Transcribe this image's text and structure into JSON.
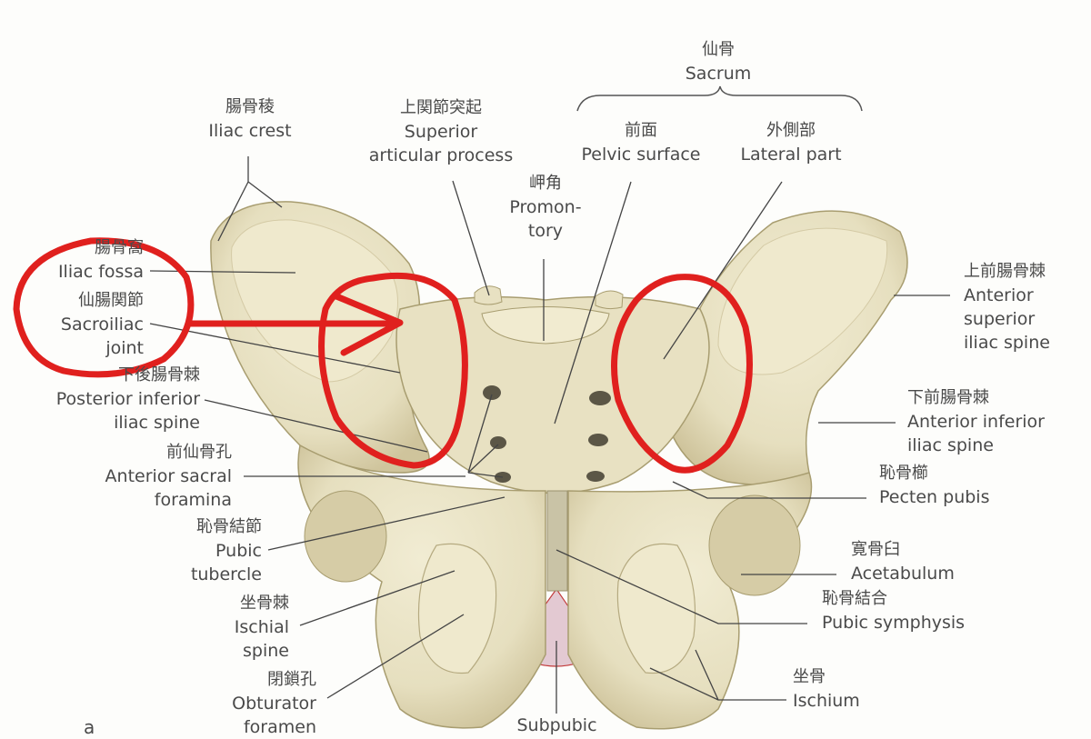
{
  "labels": {
    "sacrum": {
      "jp": "仙骨",
      "en": "Sacrum"
    },
    "pelvic_surface": {
      "jp": "前面",
      "en": "Pelvic surface"
    },
    "lateral_part": {
      "jp": "外側部",
      "en": "Lateral part"
    },
    "iliac_crest": {
      "jp": "腸骨稜",
      "en": "Iliac crest"
    },
    "superior_articular_process": {
      "jp": "上関節突起",
      "en1": "Superior",
      "en2": "articular process"
    },
    "promontory": {
      "jp": "岬角",
      "en1": "Promon-",
      "en2": "tory"
    },
    "iliac_fossa": {
      "jp": "腸骨窩",
      "en": "Iliac fossa"
    },
    "sacroiliac_joint": {
      "jp": "仙腸関節",
      "en1": "Sacroiliac",
      "en2": "joint"
    },
    "posterior_inferior_iliac_spine": {
      "jp": "下後腸骨棘",
      "en1": "Posterior inferior",
      "en2": "iliac spine"
    },
    "anterior_sacral_foramina": {
      "jp": "前仙骨孔",
      "en1": "Anterior sacral",
      "en2": "foramina"
    },
    "pubic_tubercle": {
      "jp": "恥骨結節",
      "en1": "Pubic",
      "en2": "tubercle"
    },
    "ischial_spine": {
      "jp": "坐骨棘",
      "en1": "Ischial",
      "en2": "spine"
    },
    "obturator_foramen": {
      "jp": "閉鎖孔",
      "en1": "Obturator",
      "en2": "foramen"
    },
    "subpubic": {
      "en": "Subpubic"
    },
    "anterior_superior_iliac_spine": {
      "jp": "上前腸骨棘",
      "en1": "Anterior",
      "en2": "superior",
      "en3": "iliac spine"
    },
    "anterior_inferior_iliac_spine": {
      "jp": "下前腸骨棘",
      "en1": "Anterior inferior",
      "en2": "iliac spine"
    },
    "pecten_pubis": {
      "jp": "恥骨櫛",
      "en": "Pecten pubis"
    },
    "acetabulum": {
      "jp": "寛骨臼",
      "en": "Acetabulum"
    },
    "pubic_symphysis": {
      "jp": "恥骨結合",
      "en": "Pubic symphysis"
    },
    "ischium": {
      "jp": "坐骨",
      "en": "Ischium"
    }
  },
  "panel_letter": "a",
  "colors": {
    "bone": "#e9e3c6",
    "bone_shadow": "#c9c09a",
    "annotation_red": "#e0201e",
    "leader_line": "#444444",
    "subpubic_fill": "#e3c9d2"
  }
}
